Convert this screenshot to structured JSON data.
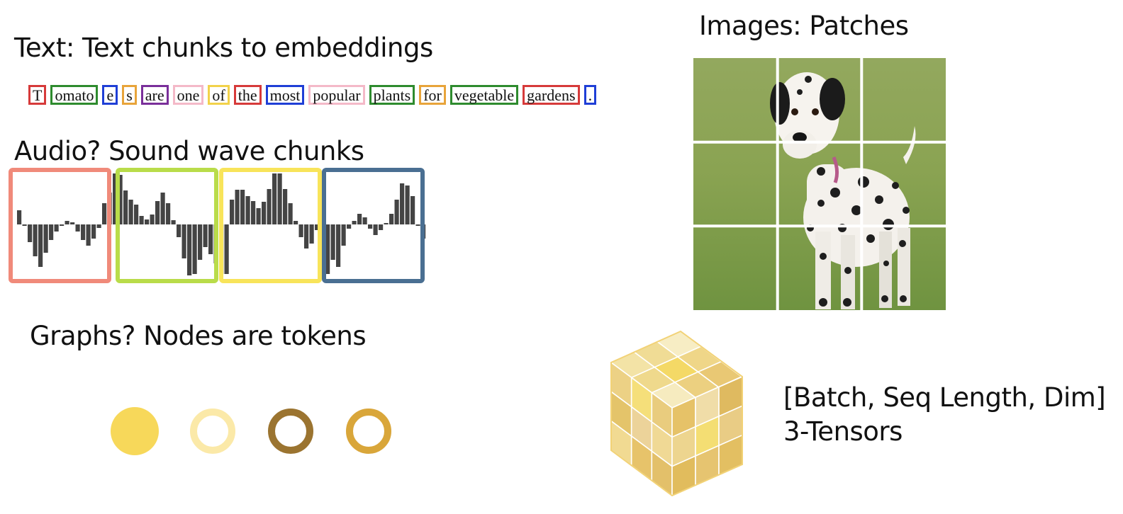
{
  "headings": {
    "text": "Text: Text chunks to embeddings",
    "audio": "Audio? Sound wave chunks",
    "graphs": "Graphs? Nodes are tokens",
    "images": "Images: Patches"
  },
  "tokens": [
    {
      "text": "T",
      "color": "#d63a3a"
    },
    {
      "text": "omato",
      "color": "#2e8b2e"
    },
    {
      "text": "e",
      "color": "#1f3fd6"
    },
    {
      "text": "s",
      "color": "#e8a43a"
    },
    {
      "text": "are",
      "color": "#7a2f9a"
    },
    {
      "text": "one",
      "color": "#f4b9c8"
    },
    {
      "text": "of",
      "color": "#f2d24a"
    },
    {
      "text": "the",
      "color": "#d63a3a"
    },
    {
      "text": "most",
      "color": "#1f3fd6"
    },
    {
      "text": "popular",
      "color": "#f4b9c8"
    },
    {
      "text": "plants",
      "color": "#2e8b2e"
    },
    {
      "text": "for",
      "color": "#e8a43a"
    },
    {
      "text": "vegetable",
      "color": "#2e8b2e"
    },
    {
      "text": "gardens",
      "color": "#d63a3a"
    },
    {
      "text": ".",
      "color": "#1f3fd6"
    }
  ],
  "audio": {
    "chunk_colors": [
      "#f08a7a",
      "#b9dc4a",
      "#f8e45a",
      "#4a6f92"
    ],
    "bar_values": [
      20,
      -2,
      -25,
      -45,
      -60,
      -40,
      -22,
      -10,
      -2,
      5,
      3,
      -10,
      -22,
      -30,
      -20,
      -5,
      30,
      45,
      72,
      70,
      48,
      35,
      28,
      12,
      7,
      14,
      33,
      45,
      30,
      6,
      -18,
      -48,
      -72,
      -70,
      -50,
      -32,
      -42,
      -55,
      -70,
      -70,
      35,
      49,
      49,
      40,
      33,
      23,
      32,
      50,
      72,
      72,
      50,
      30,
      5,
      -18,
      -34,
      -27,
      -8,
      -48,
      -70,
      -50,
      -60,
      -30,
      -6,
      5,
      15,
      10,
      -6,
      -15,
      -8,
      0,
      15,
      35,
      58,
      55,
      40,
      -1,
      -20
    ]
  },
  "nodes": [
    {
      "style": "filled",
      "color": "#f7d85a"
    },
    {
      "style": "ring",
      "color": "#fbe9a8"
    },
    {
      "style": "ring",
      "color": "#9b7430"
    },
    {
      "style": "ring",
      "color": "#d9a63a"
    }
  ],
  "tensor": {
    "line1": "[Batch, Seq Length, Dim]",
    "line2": "3-Tensors"
  }
}
